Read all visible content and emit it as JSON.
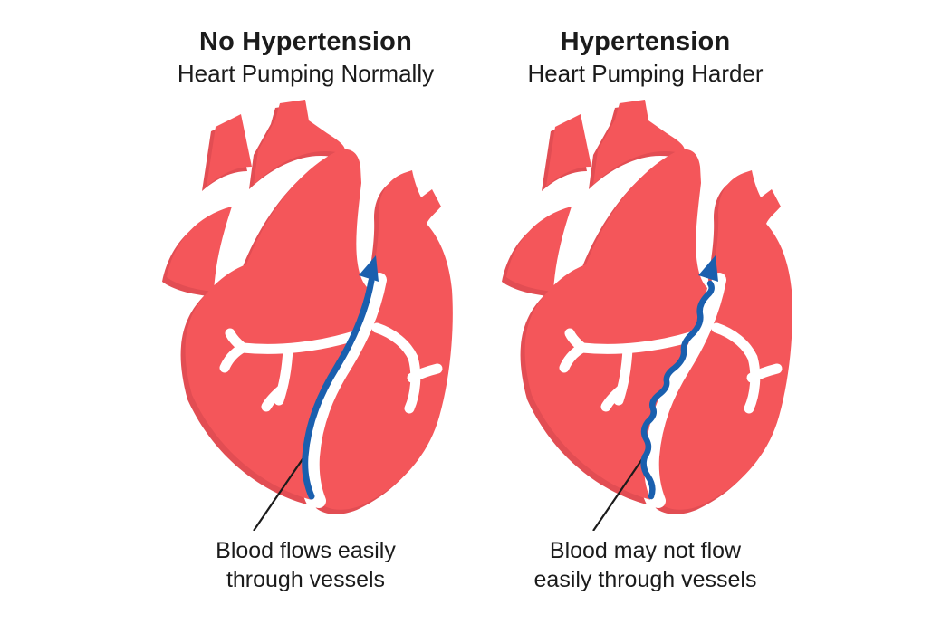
{
  "page": {
    "background": "#ffffff"
  },
  "colors": {
    "page_bg": "#ffffff",
    "heart_red": "#f4565a",
    "heart_shade": "#e24d53",
    "vessel_white": "#ffffff",
    "flow_blue": "#1a5fae",
    "text": "#1b1b1b",
    "pointer": "#1b1b1b"
  },
  "panels": [
    {
      "id": "no-hypertension",
      "title": "No Hypertension",
      "subtitle": "Heart Pumping Normally",
      "caption": "Blood flows easily\nthrough vessels",
      "flow_style": "smooth",
      "flow_meaning": "blood-flows-easily-arrow"
    },
    {
      "id": "hypertension",
      "title": "Hypertension",
      "subtitle": "Heart Pumping Harder",
      "caption": "Blood may not flow\neasily through vessels",
      "flow_style": "wavy",
      "flow_meaning": "blood-flow-restricted-arrow"
    }
  ]
}
